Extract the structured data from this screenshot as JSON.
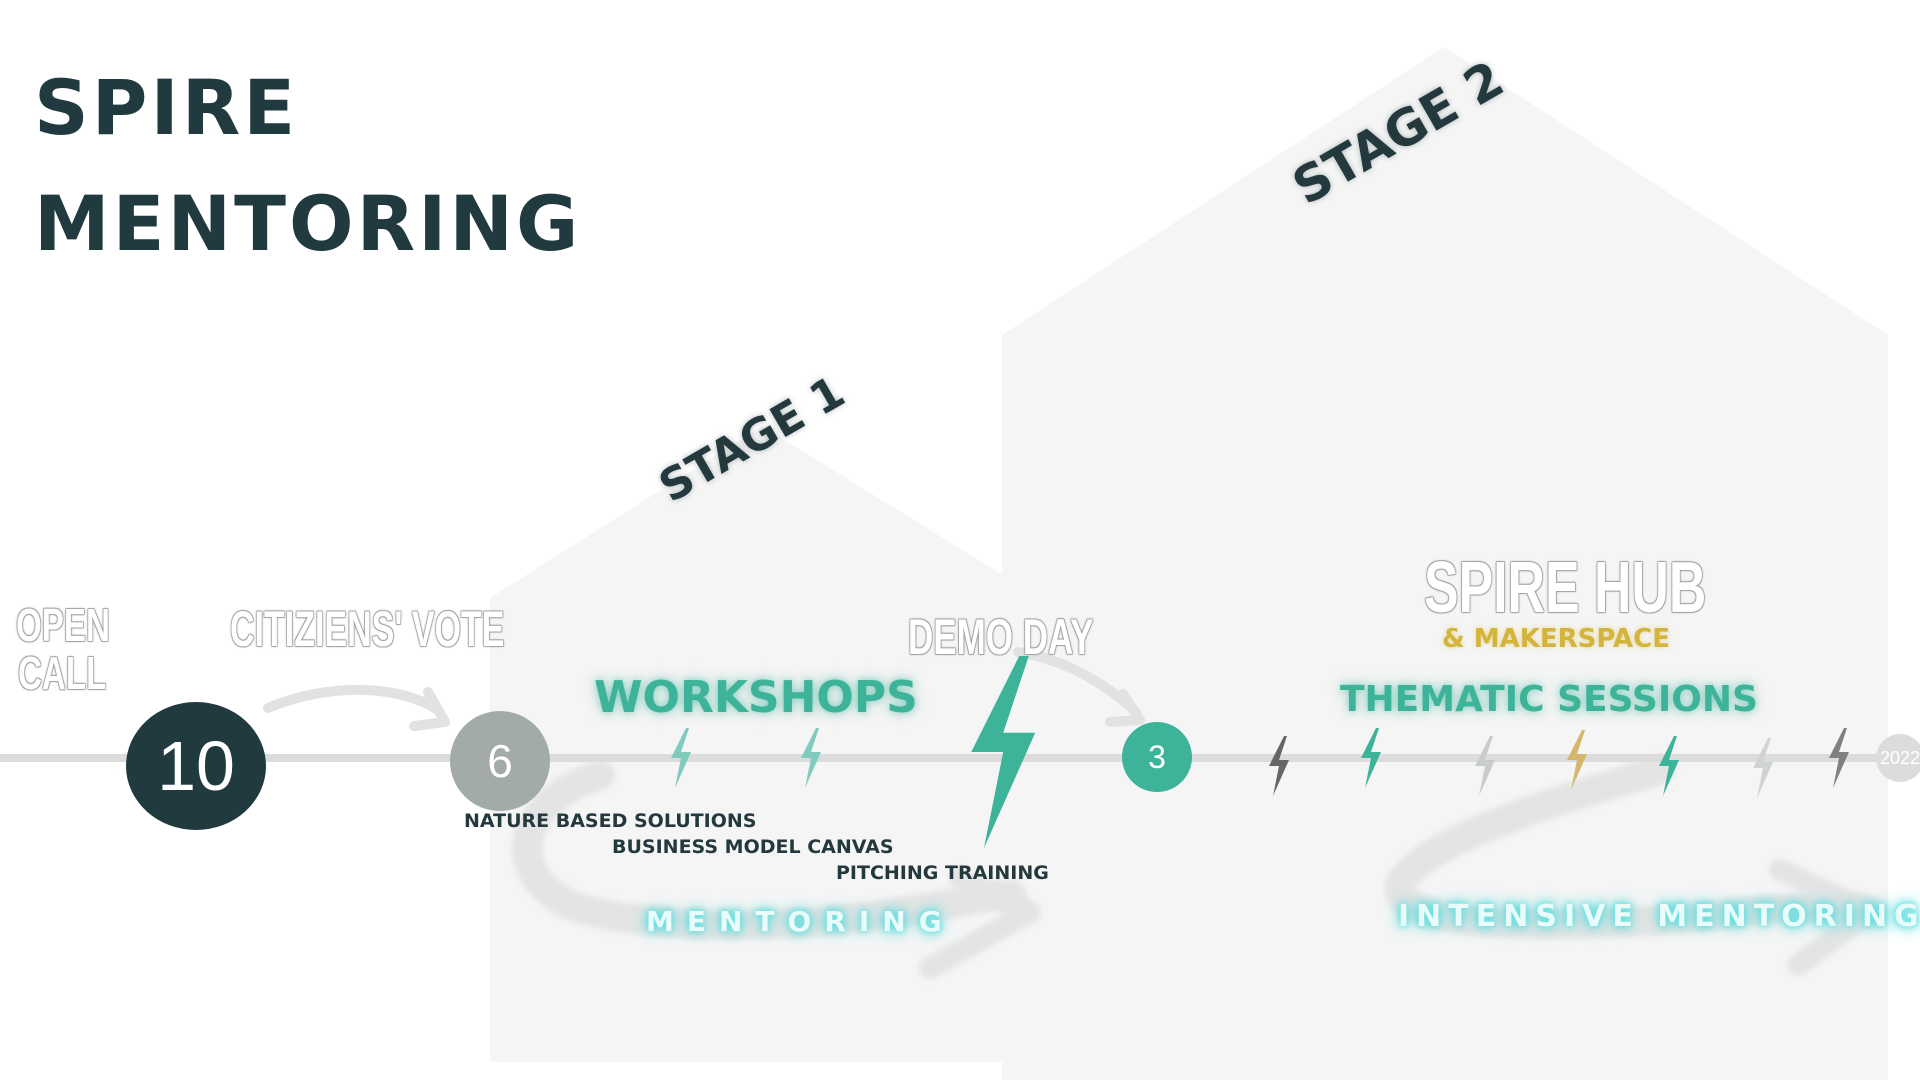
{
  "title": {
    "line1": "SPIRE",
    "line2": "MENTORING"
  },
  "stages": {
    "stage1": "STAGE 1",
    "stage2": "STAGE 2"
  },
  "milestones": {
    "open_call": {
      "line1": "OPEN",
      "line2": "CALL",
      "count": "10"
    },
    "citizens_vote": {
      "label": "CITIZIENS' VOTE",
      "count": "6"
    },
    "demo_day": {
      "label": "DEMO DAY",
      "count": "3"
    },
    "end_year": "2022"
  },
  "workshops": {
    "label": "WORKSHOPS",
    "topics": [
      "NATURE BASED SOLUTIONS",
      "BUSINESS MODEL CANVAS",
      "PITCHING TRAINING"
    ]
  },
  "hub": {
    "title": "SPIRE HUB",
    "subtitle": "& MAKERSPACE"
  },
  "thematic_sessions": "THEMATIC SESSIONS",
  "mentoring": "MENTORING",
  "intensive_mentoring": "INTENSIVE MENTORING",
  "colors": {
    "dark": "#213a40",
    "teal": "#3db39a",
    "grey_circle": "#a3aaaa",
    "gold": "#d4b43c",
    "timeline": "#dcdcdc",
    "house": "#f5f5f5"
  }
}
